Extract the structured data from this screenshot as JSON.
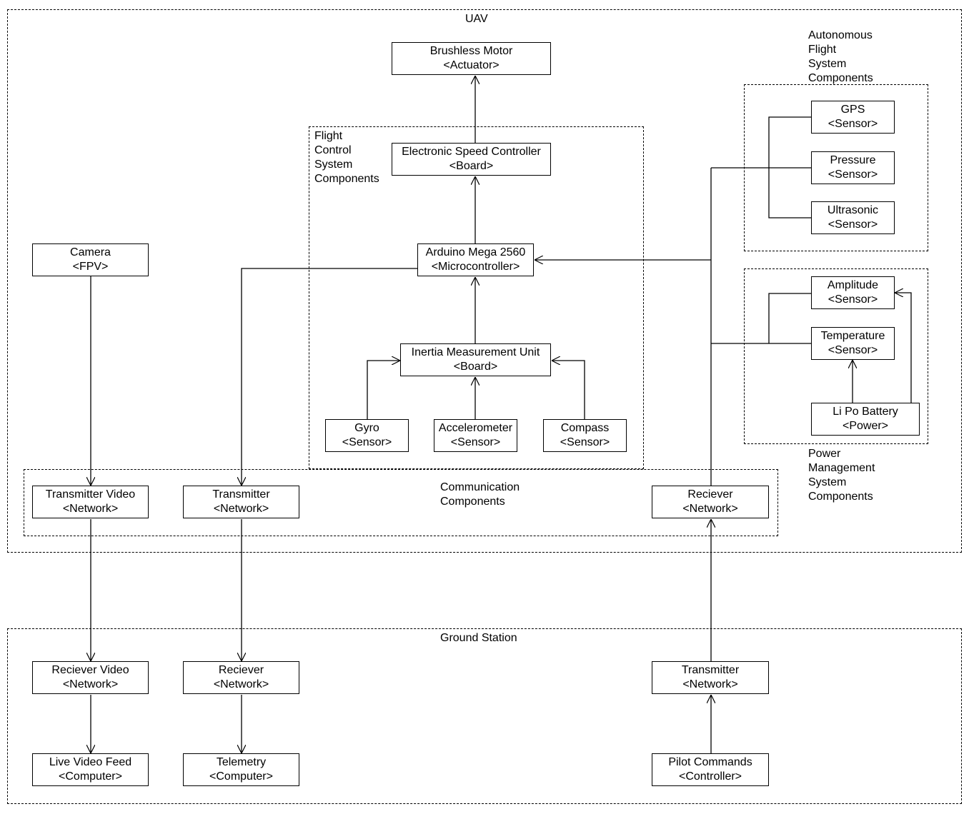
{
  "groups": {
    "uav": "UAV",
    "autonomous": "Autonomous\nFlight\nSystem\nComponents",
    "flight_control": "Flight\nControl\nSystem\nComponents",
    "power": "Power\nManagement\nSystem\nComponents",
    "communication": "Communication\nComponents",
    "ground": "Ground Station"
  },
  "nodes": {
    "brushless_motor": {
      "name": "Brushless Motor",
      "type": "<Actuator>"
    },
    "esc": {
      "name": "Electronic Speed Controller",
      "type": "<Board>"
    },
    "arduino": {
      "name": "Arduino Mega 2560",
      "type": "<Microcontroller>"
    },
    "imu": {
      "name": "Inertia Measurement Unit",
      "type": "<Board>"
    },
    "gyro": {
      "name": "Gyro",
      "type": "<Sensor>"
    },
    "accelerometer": {
      "name": "Accelerometer",
      "type": "<Sensor>"
    },
    "compass": {
      "name": "Compass",
      "type": "<Sensor>"
    },
    "gps": {
      "name": "GPS",
      "type": "<Sensor>"
    },
    "pressure": {
      "name": "Pressure",
      "type": "<Sensor>"
    },
    "ultrasonic": {
      "name": "Ultrasonic",
      "type": "<Sensor>"
    },
    "amplitude": {
      "name": "Amplitude",
      "type": "<Sensor>"
    },
    "temperature": {
      "name": "Temperature",
      "type": "<Sensor>"
    },
    "lipo": {
      "name": "Li Po Battery",
      "type": "<Power>"
    },
    "camera": {
      "name": "Camera",
      "type": "<FPV>"
    },
    "tx_video": {
      "name": "Transmitter Video",
      "type": "<Network>"
    },
    "tx_uav": {
      "name": "Transmitter",
      "type": "<Network>"
    },
    "rx_uav": {
      "name": "Reciever",
      "type": "<Network>"
    },
    "rx_video": {
      "name": "Reciever Video",
      "type": "<Network>"
    },
    "rx_ground": {
      "name": "Reciever",
      "type": "<Network>"
    },
    "tx_ground": {
      "name": "Transmitter",
      "type": "<Network>"
    },
    "live_video": {
      "name": "Live Video Feed",
      "type": "<Computer>"
    },
    "telemetry": {
      "name": "Telemetry",
      "type": "<Computer>"
    },
    "pilot": {
      "name": "Pilot Commands",
      "type": "<Controller>"
    }
  }
}
